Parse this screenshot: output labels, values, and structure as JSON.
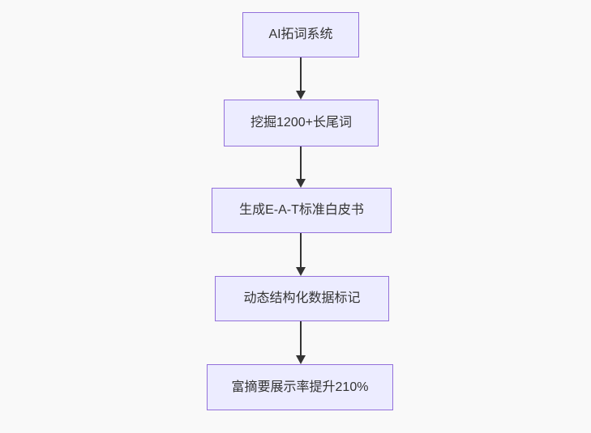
{
  "diagram": {
    "type": "flowchart-top-down",
    "background_color": "#f9f9f9",
    "node_style": {
      "fill": "#ECECFF",
      "border": "#9370DB",
      "text_color": "#333333"
    },
    "arrow_color": "#333333",
    "nodes": [
      {
        "id": "n1",
        "label": "AI拓词系统"
      },
      {
        "id": "n2",
        "label": "挖掘1200+长尾词"
      },
      {
        "id": "n3",
        "label": "生成E-A-T标准白皮书"
      },
      {
        "id": "n4",
        "label": "动态结构化数据标记"
      },
      {
        "id": "n5",
        "label": "富摘要展示率提升210%"
      }
    ],
    "edges": [
      {
        "from": "n1",
        "to": "n2"
      },
      {
        "from": "n2",
        "to": "n3"
      },
      {
        "from": "n3",
        "to": "n4"
      },
      {
        "from": "n4",
        "to": "n5"
      }
    ]
  }
}
